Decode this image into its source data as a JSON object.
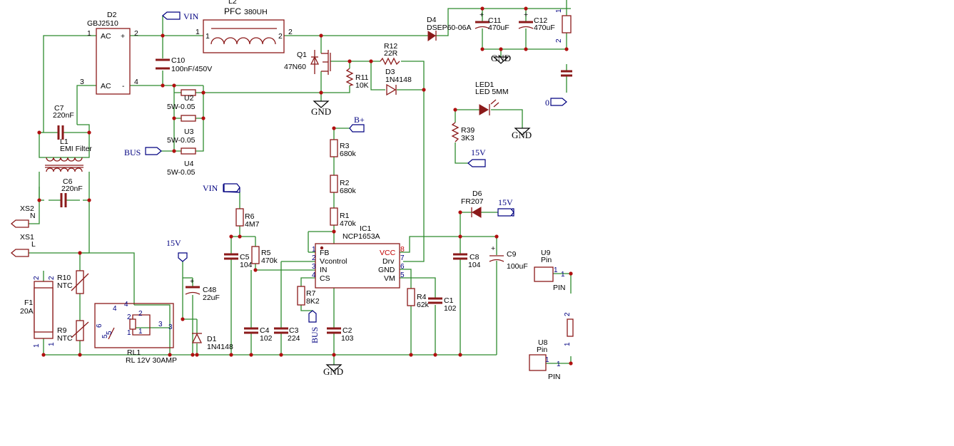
{
  "components": {
    "d2": {
      "ref": "D2",
      "value": "GBJ2510",
      "ac1": "AC",
      "ac2": "AC",
      "plus": "+",
      "minus": "-",
      "p1": "1",
      "p2": "2",
      "p3": "3",
      "p4": "4"
    },
    "l2": {
      "ref": "L2",
      "value": "PFC",
      "value2": "380UH",
      "p1": "1",
      "p2": "2",
      "p1b": "1",
      "p2b": "2"
    },
    "c10": {
      "ref": "C10",
      "value": "100nF/450V"
    },
    "u2": {
      "ref": "U2",
      "value": "5W-0.05"
    },
    "u3": {
      "ref": "U3",
      "value": "5W-0.05"
    },
    "u4": {
      "ref": "U4",
      "value": "5W-0.05"
    },
    "q1": {
      "ref": "Q1",
      "value": "47N60"
    },
    "r11": {
      "ref": "R11",
      "value": "10K"
    },
    "r12": {
      "ref": "R12",
      "value": "22R"
    },
    "d3": {
      "ref": "D3",
      "value": "1N4148"
    },
    "d4": {
      "ref": "D4",
      "value": "DSEP60-06A"
    },
    "c11": {
      "ref": "C11",
      "value": "470uF"
    },
    "c12": {
      "ref": "C12",
      "value": "470uF"
    },
    "led1": {
      "ref": "LED1",
      "value": "LED 5MM"
    },
    "r39": {
      "ref": "R39",
      "value": "3K3"
    },
    "c7": {
      "ref": "C7",
      "value": "220nF"
    },
    "l1": {
      "ref": "L1",
      "value": "EMI Filter"
    },
    "c6": {
      "ref": "C6",
      "value": "220nF"
    },
    "xs2": {
      "ref": "XS2",
      "value": "N"
    },
    "xs1": {
      "ref": "XS1",
      "value": "L"
    },
    "r3": {
      "ref": "R3",
      "value": "680k"
    },
    "r2": {
      "ref": "R2",
      "value": "680k"
    },
    "r1": {
      "ref": "R1",
      "value": "470k"
    },
    "r6": {
      "ref": "R6",
      "value": "4M7"
    },
    "c5": {
      "ref": "C5",
      "value": "104"
    },
    "r5": {
      "ref": "R5",
      "value": "470k"
    },
    "ic1": {
      "ref": "IC1",
      "value": "NCP1653A",
      "fb": "FB",
      "vcontrol": "Vcontrol",
      "in": "IN",
      "cs": "CS",
      "vcc": "VCC",
      "drv": "Drv",
      "gnd": "GND",
      "vm": "VM",
      "p1": "1",
      "p2": "2",
      "p3": "3",
      "p4": "4",
      "p5": "5",
      "p6": "6",
      "p7": "7",
      "p8": "8"
    },
    "r7": {
      "ref": "R7",
      "value": "8K2"
    },
    "c4": {
      "ref": "C4",
      "value": "102"
    },
    "c3": {
      "ref": "C3",
      "value": "224"
    },
    "c2": {
      "ref": "C2",
      "value": "103"
    },
    "r4": {
      "ref": "R4",
      "value": "62k"
    },
    "c1": {
      "ref": "C1",
      "value": "102"
    },
    "d6": {
      "ref": "D6",
      "value": "FR207"
    },
    "c8": {
      "ref": "C8",
      "value": "104"
    },
    "c9": {
      "ref": "C9",
      "value": "100uF"
    },
    "u9": {
      "ref": "U9",
      "value": "Pin",
      "label": "PIN",
      "pin": "1"
    },
    "u8": {
      "ref": "U8",
      "value": "Pin",
      "label": "PIN",
      "pin": "1"
    },
    "c48": {
      "ref": "C48",
      "value": "22uF"
    },
    "d1": {
      "ref": "D1",
      "value": "1N4148"
    },
    "rl1": {
      "ref": "RL1",
      "value": "RL 12V 30AMP",
      "p1": "1",
      "p2": "2",
      "p3": "3",
      "p4": "4",
      "p5": "5",
      "p6": "6",
      "p4b": "4",
      "p2b": "2"
    },
    "r10": {
      "ref": "R10",
      "value": "NTC",
      "p2": "2"
    },
    "r9": {
      "ref": "R9",
      "value": "NTC",
      "p1": "1"
    },
    "f1": {
      "ref": "F1",
      "value": "20A",
      "p2": "2",
      "p1": "1"
    }
  },
  "power_labels": {
    "vin_top": "VIN",
    "vin_mid": "VIN",
    "bus": "BUS",
    "bus_pin": "BUS",
    "bplus": "B+",
    "v15_a": "15V",
    "v15_b": "15V",
    "v15_c": "15V",
    "zero": "0"
  },
  "ground_labels": [
    "GND",
    "GND",
    "GND",
    "GND"
  ],
  "right_edge_pins": {
    "a": "1",
    "b": "2",
    "c": "2",
    "d": "1"
  },
  "colors": {
    "wire": "#2e8b2e",
    "component": "#8b1a1a",
    "label": "#000080",
    "junction": "#b01010"
  }
}
